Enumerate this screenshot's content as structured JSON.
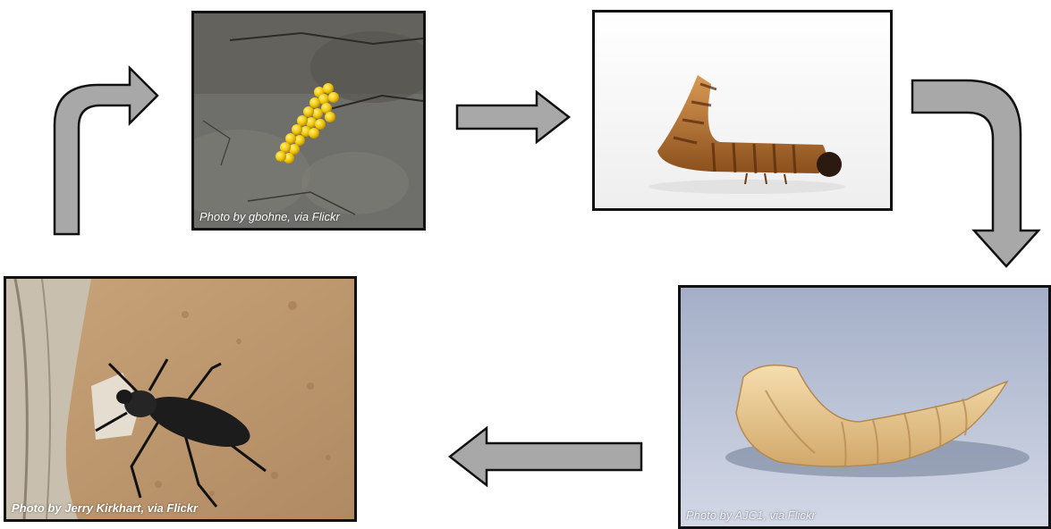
{
  "photos": {
    "eggs": {
      "credit": "Photo by gbohne, via Flickr"
    },
    "larva": {
      "credit": ""
    },
    "pupa": {
      "credit": "Photo by AJC1, via Flickr"
    },
    "beetle": {
      "credit": "Photo by Jerry Kirkhart, via Flickr"
    }
  },
  "colors": {
    "arrow_fill": "#a8a8a8",
    "arrow_stroke": "#111111",
    "frame": "#111111"
  }
}
